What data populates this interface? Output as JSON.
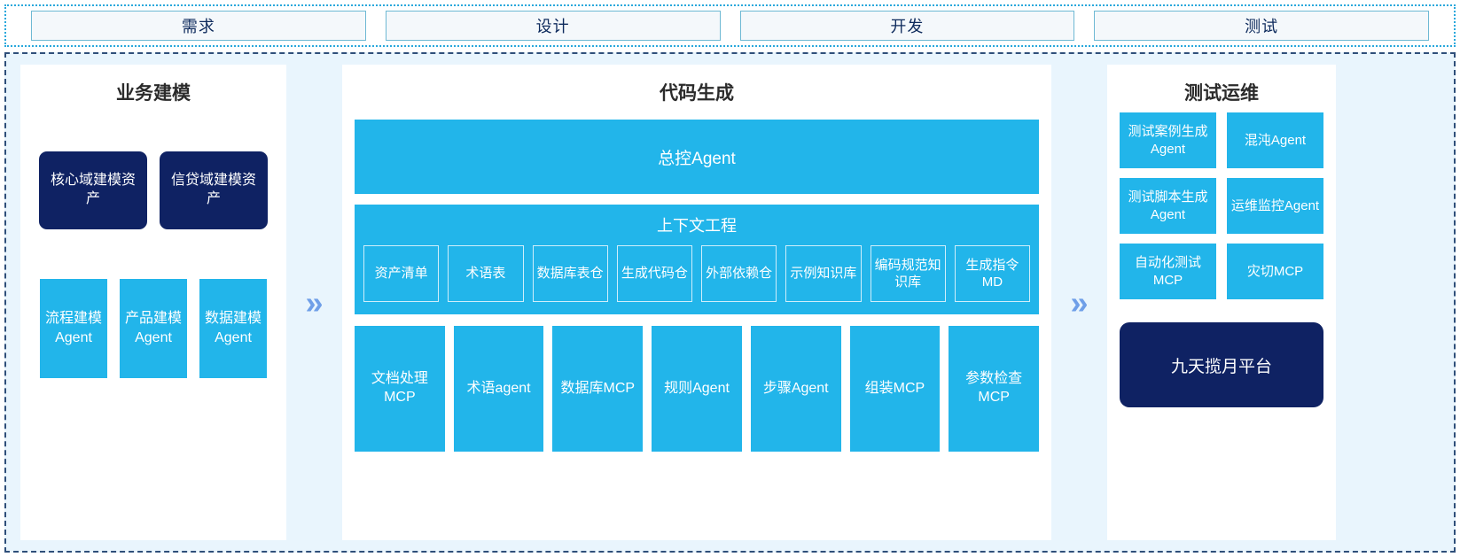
{
  "stages": {
    "items": [
      {
        "label": "需求"
      },
      {
        "label": "设计"
      },
      {
        "label": "开发"
      },
      {
        "label": "测试"
      }
    ]
  },
  "connectors": {
    "glyph": "»"
  },
  "business_modeling": {
    "title": "业务建模",
    "assets": [
      {
        "label": "核心域建模资产"
      },
      {
        "label": "信贷域建模资产"
      }
    ],
    "agents": [
      {
        "label": "流程建模Agent"
      },
      {
        "label": "产品建模Agent"
      },
      {
        "label": "数据建模Agent"
      }
    ]
  },
  "code_generation": {
    "title": "代码生成",
    "master_agent": "总控Agent",
    "context": {
      "title": "上下文工程",
      "chips": [
        {
          "label": "资产清单"
        },
        {
          "label": "术语表"
        },
        {
          "label": "数据库表仓"
        },
        {
          "label": "生成代码仓"
        },
        {
          "label": "外部依赖仓"
        },
        {
          "label": "示例知识库"
        },
        {
          "label": "编码规范知识库"
        },
        {
          "label": "生成指令MD"
        }
      ]
    },
    "tools": [
      {
        "label": "文档处理MCP"
      },
      {
        "label": "术语agent"
      },
      {
        "label": "数据库MCP"
      },
      {
        "label": "规则Agent"
      },
      {
        "label": "步骤Agent"
      },
      {
        "label": "组装MCP"
      },
      {
        "label": "参数检查MCP"
      }
    ]
  },
  "test_ops": {
    "title": "测试运维",
    "items": [
      {
        "label": "测试案例生成Agent"
      },
      {
        "label": "混沌Agent"
      },
      {
        "label": "测试脚本生成Agent"
      },
      {
        "label": "运维监控Agent"
      },
      {
        "label": "自动化测试MCP"
      },
      {
        "label": "灾切MCP"
      }
    ],
    "platform": "九天揽月平台"
  },
  "colors": {
    "cyan": "#22b5ea",
    "navy": "#0f2263",
    "board_bg": "#e9f5fd",
    "chevron": "#6f9fe8",
    "stage_border": "#6eb9d4",
    "stage_text": "#0d2a5c"
  }
}
